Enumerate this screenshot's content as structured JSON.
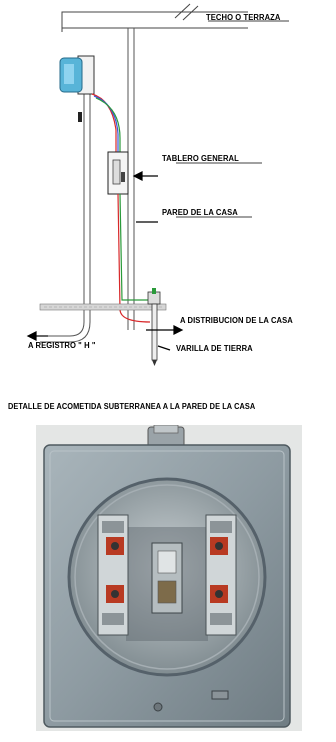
{
  "labels": {
    "roof": "TECHO O TERRAZA",
    "panel": "TABLERO GENERAL",
    "wall": "PARED DE LA CASA",
    "distribution": "A DISTRIBUCION DE LA CASA",
    "registro": "A REGISTRO \" H \"",
    "ground_rod": "VARILLA DE TIERRA"
  },
  "caption": "DETALLE DE ACOMETIDA SUBTERRANEA A LA PARED DE LA CASA",
  "colors": {
    "wire_red": "#d8282a",
    "wire_green": "#2a9a3a",
    "wire_blue": "#3a5ad8",
    "meter_blue": "#58b4d8",
    "enclosure_gray": "#8e9ba2",
    "terminal_red": "#b83a22"
  }
}
